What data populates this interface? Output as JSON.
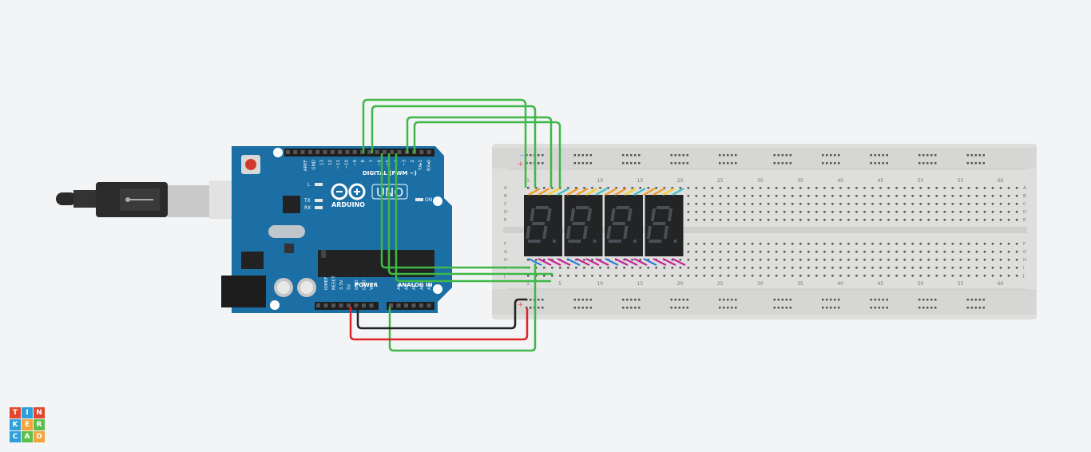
{
  "app": {
    "logo_letters": [
      "T",
      "I",
      "N",
      "K",
      "E",
      "R",
      "C",
      "A",
      "D"
    ],
    "logo_colors": [
      "#e2462d",
      "#2e9fd9",
      "#e2462d",
      "#2e9fd9",
      "#f3a43c",
      "#5cbf4a",
      "#2e9fd9",
      "#5cbf4a",
      "#f3a43c"
    ]
  },
  "arduino": {
    "board_name": "UNO",
    "brand": "ARDUINO",
    "digital_label": "DIGITAL (PWM ~)",
    "power_label": "POWER",
    "analog_label": "ANALOG IN",
    "on_label": "ON",
    "led_l": "L",
    "led_tx": "TX",
    "led_rx": "RX",
    "digital_pins": [
      "AREF",
      "GND",
      "13",
      "12",
      "~11",
      "~10",
      "~9",
      "8",
      "7",
      "~6",
      "~5",
      "4",
      "~3",
      "2",
      "TX▸1",
      "RX◂0"
    ],
    "power_pins": [
      "IOREF",
      "RESET",
      "3.3V",
      "5V",
      "GND",
      "GND",
      "Vin"
    ],
    "analog_pins": [
      "A0",
      "A1",
      "A2",
      "A3",
      "A4",
      "A5"
    ],
    "color_board": "#1c6fa4"
  },
  "breadboard": {
    "column_numbers": [
      "1",
      "5",
      "10",
      "15",
      "20",
      "25",
      "30",
      "35",
      "40",
      "45",
      "50",
      "55",
      "60"
    ],
    "rows_top": [
      "A",
      "B",
      "C",
      "D",
      "E"
    ],
    "rows_bottom": [
      "F",
      "G",
      "H",
      "I",
      "J"
    ],
    "rail_minus": "−",
    "rail_plus": "+"
  },
  "display": {
    "digits": [
      "8",
      "8",
      "8",
      "8"
    ],
    "segment_color": "#4a4f55"
  },
  "wires": {
    "green": "#3fb847",
    "red": "#e0242a",
    "black": "#222222",
    "orange": "#f39a1e",
    "yellow": "#f2cf2a",
    "teal": "#3dbfc0",
    "magenta": "#c8239a",
    "blue": "#2f7fd6"
  }
}
